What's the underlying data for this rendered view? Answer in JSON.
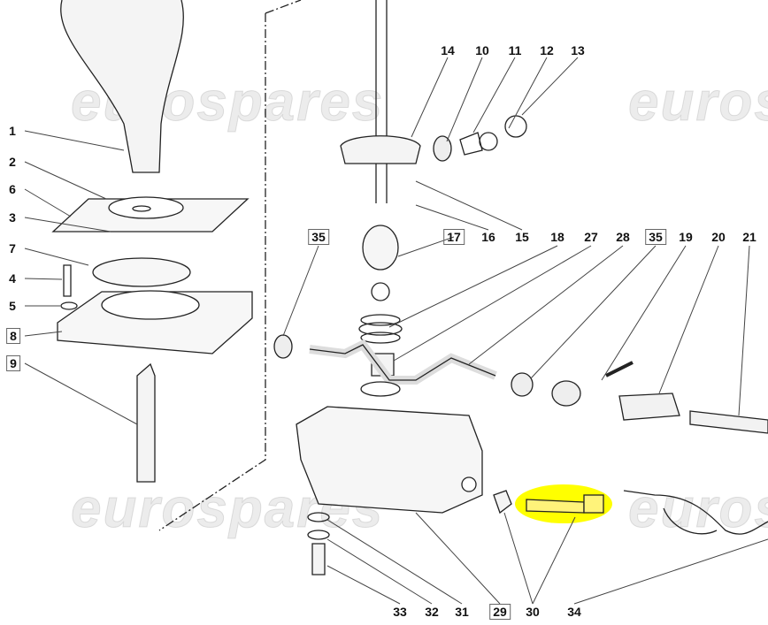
{
  "watermark": "eurospares",
  "highlight_color": "#ffff00",
  "labels": {
    "l1": {
      "text": "1",
      "boxed": false
    },
    "l2": {
      "text": "2",
      "boxed": false
    },
    "l6": {
      "text": "6",
      "boxed": false
    },
    "l3": {
      "text": "3",
      "boxed": false
    },
    "l7": {
      "text": "7",
      "boxed": false
    },
    "l4": {
      "text": "4",
      "boxed": false
    },
    "l5": {
      "text": "5",
      "boxed": false
    },
    "l8": {
      "text": "8",
      "boxed": true
    },
    "l9": {
      "text": "9",
      "boxed": true
    },
    "l14": {
      "text": "14",
      "boxed": false
    },
    "l10": {
      "text": "10",
      "boxed": false
    },
    "l11": {
      "text": "11",
      "boxed": false
    },
    "l12": {
      "text": "12",
      "boxed": false
    },
    "l13": {
      "text": "13",
      "boxed": false
    },
    "l35a": {
      "text": "35",
      "boxed": true
    },
    "l17": {
      "text": "17",
      "boxed": true
    },
    "l16": {
      "text": "16",
      "boxed": false
    },
    "l15": {
      "text": "15",
      "boxed": false
    },
    "l18": {
      "text": "18",
      "boxed": false
    },
    "l27": {
      "text": "27",
      "boxed": false
    },
    "l28": {
      "text": "28",
      "boxed": false
    },
    "l35b": {
      "text": "35",
      "boxed": true
    },
    "l19": {
      "text": "19",
      "boxed": false
    },
    "l20": {
      "text": "20",
      "boxed": false
    },
    "l21": {
      "text": "21",
      "boxed": false
    },
    "l33": {
      "text": "33",
      "boxed": false
    },
    "l32": {
      "text": "32",
      "boxed": false
    },
    "l31": {
      "text": "31",
      "boxed": false
    },
    "l29": {
      "text": "29",
      "boxed": true
    },
    "l30": {
      "text": "30",
      "boxed": false
    },
    "l34": {
      "text": "34",
      "boxed": false
    }
  }
}
